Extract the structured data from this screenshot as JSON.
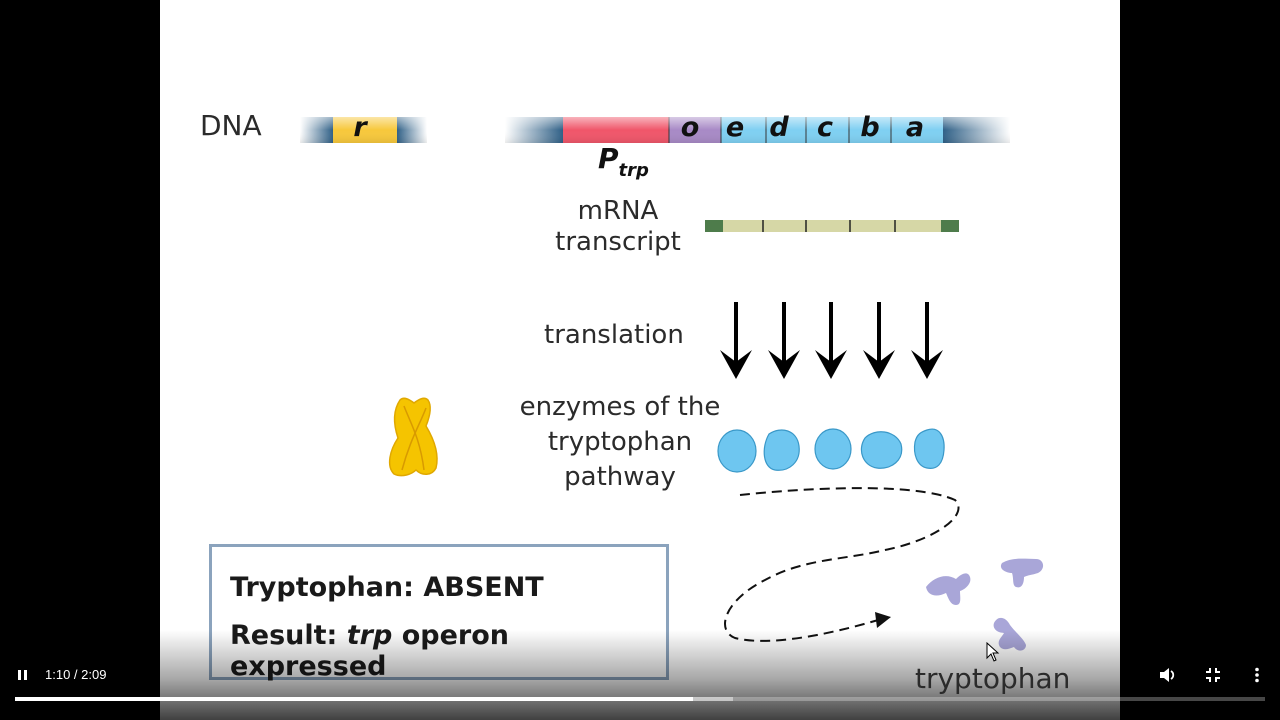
{
  "slide": {
    "dna_label": "DNA",
    "genes": {
      "repressor": "r",
      "promoter_main": "P",
      "promoter_sub": "trp",
      "operator": "o",
      "structural": [
        "e",
        "d",
        "c",
        "b",
        "a"
      ]
    },
    "mrna_label_line1": "mRNA",
    "mrna_label_line2": "transcript",
    "translation_label": "translation",
    "enzymes_line1": "enzymes of the",
    "enzymes_line2": "tryptophan",
    "enzymes_line3": "pathway",
    "result_box": {
      "line1": "Tryptophan: ABSENT",
      "line2_prefix": "Result: ",
      "line2_italic": "trp",
      "line2_suffix": " operon expressed"
    },
    "tryptophan_label": "tryptophan",
    "colors": {
      "repressor_gene": "#f7c83c",
      "promoter": "#f0566a",
      "operator": "#a88ac6",
      "structural_genes": "#7fd0f2",
      "dna_flank": "#2e5f86",
      "mrna": "#d6d7a6",
      "mrna_cap": "#4e7c4b",
      "enzyme": "#6ec6f0",
      "repressor_protein": "#f5c400",
      "tryptophan_molecule": "#a9a6d8",
      "result_box_border": "#8ba3bd"
    }
  },
  "player": {
    "time_display": "1:10 / 2:09",
    "progress_fraction": 0.5426,
    "buffered_fraction": 0.5746,
    "icons": {
      "play_pause": "pause-icon",
      "volume": "volume-icon",
      "fullscreen": "exit-fullscreen-icon",
      "menu": "more-vert-icon"
    }
  }
}
